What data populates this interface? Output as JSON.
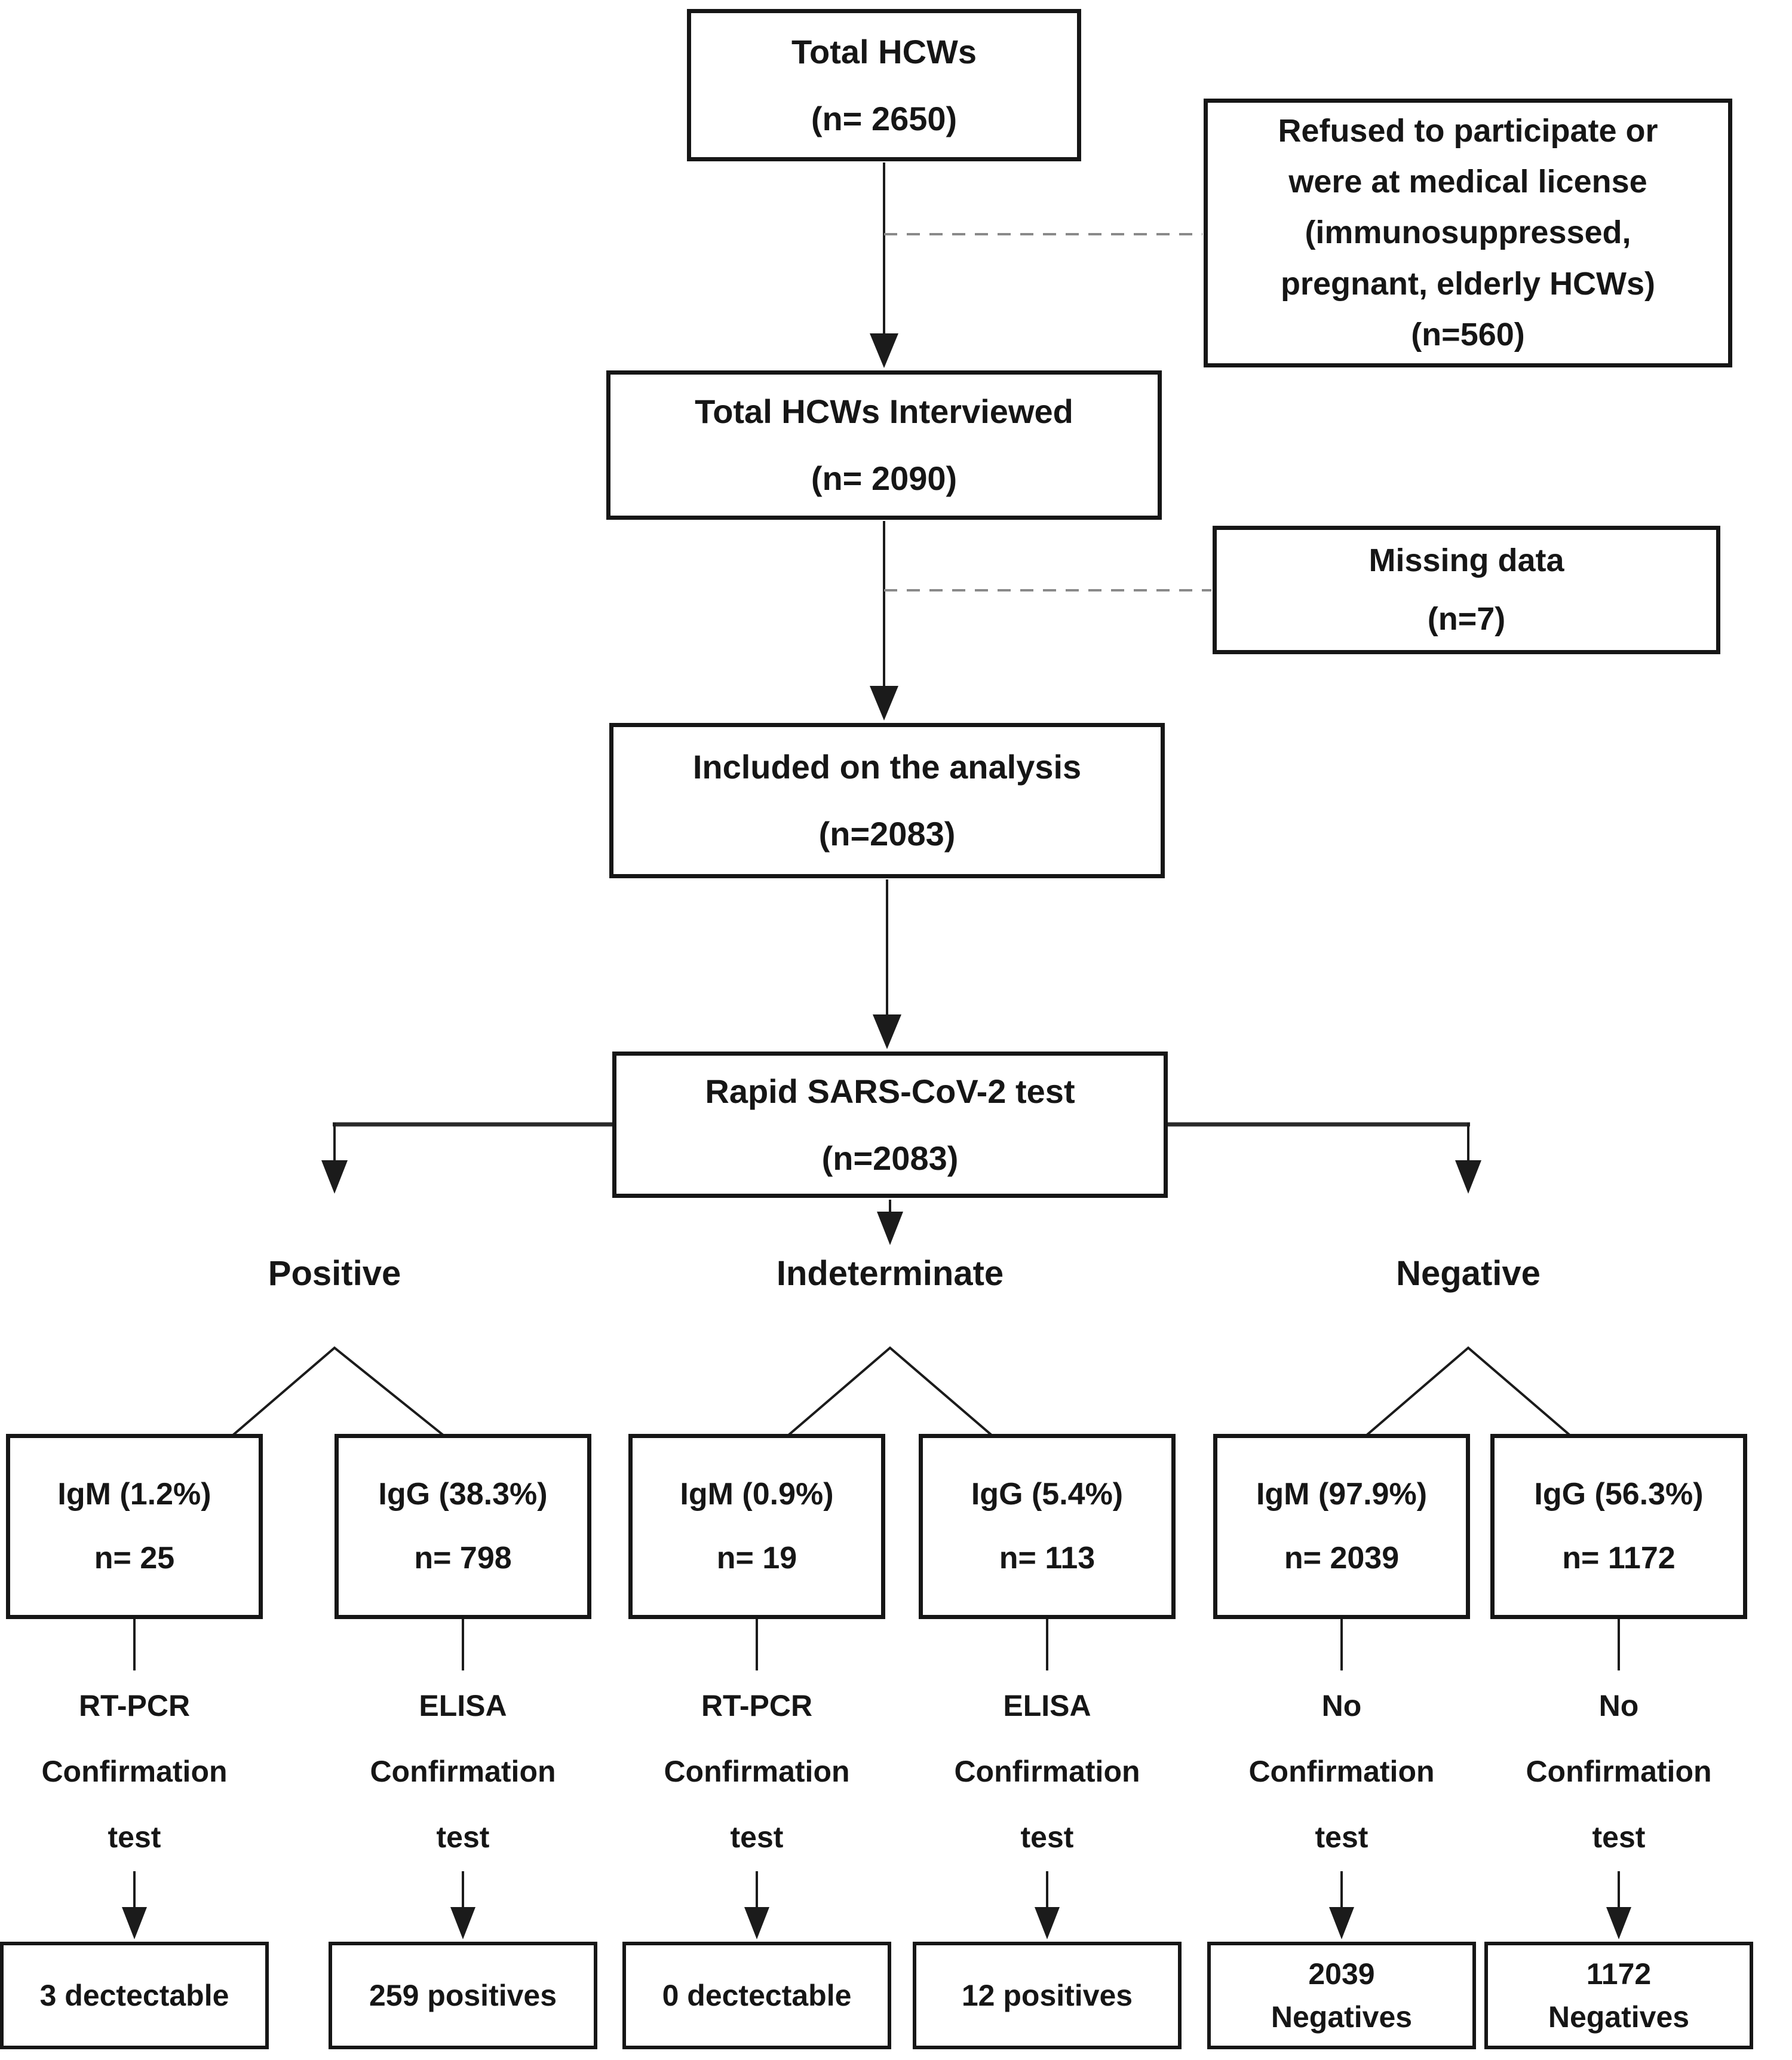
{
  "colors": {
    "line": "#1b1b1b",
    "dashed_line": "#8a8a8a",
    "background": "#ffffff",
    "text": "#161616"
  },
  "nodes": {
    "total_hcws": {
      "text": "Total HCWs\n(n= 2650)"
    },
    "refused": {
      "text": "Refused to participate or\nwere at medical license\n(immunosuppressed,\npregnant, elderly HCWs)\n(n=560)"
    },
    "interviewed": {
      "text": "Total HCWs Interviewed\n(n= 2090)"
    },
    "missing_data": {
      "text": "Missing data\n(n=7)"
    },
    "included": {
      "text": "Included on the analysis\n(n=2083)"
    },
    "rapid_test": {
      "text": "Rapid SARS-CoV-2 test\n(n=2083)"
    },
    "branch_labels": {
      "positive": "Positive",
      "indeterminate": "Indeterminate",
      "negative": "Negative"
    },
    "positive_igm": {
      "text": "IgM (1.2%)\nn= 25"
    },
    "positive_igg": {
      "text": "IgG (38.3%)\nn= 798"
    },
    "indeterminate_igm": {
      "text": "IgM (0.9%)\nn= 19"
    },
    "indeterminate_igg": {
      "text": "IgG (5.4%)\nn= 113"
    },
    "negative_igm": {
      "text": "IgM (97.9%)\nn= 2039"
    },
    "negative_igg": {
      "text": "IgG (56.3%)\nn= 1172"
    },
    "conf_positive_igm": {
      "text": "RT-PCR\nConfirmation\ntest"
    },
    "conf_positive_igg": {
      "text": "ELISA\nConfirmation\ntest"
    },
    "conf_indeterminate_igm": {
      "text": "RT-PCR\nConfirmation\ntest"
    },
    "conf_indeterminate_igg": {
      "text": "ELISA\nConfirmation\ntest"
    },
    "conf_negative_igm": {
      "text": "No\nConfirmation\ntest"
    },
    "conf_negative_igg": {
      "text": "No\nConfirmation\ntest"
    },
    "result_positive_igm": {
      "text": "3 dectectable"
    },
    "result_positive_igg": {
      "text": "259 positives"
    },
    "result_indeterminate_igm": {
      "text": "0 dectectable"
    },
    "result_indeterminate_igg": {
      "text": "12 positives"
    },
    "result_negative_igm": {
      "text": "2039\nNegatives"
    },
    "result_negative_igg": {
      "text": "1172\nNegatives"
    }
  }
}
